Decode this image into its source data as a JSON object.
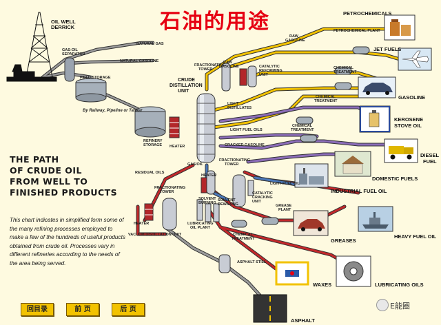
{
  "header": {
    "title": "石油的用途"
  },
  "intro": {
    "heading": [
      "THE PATH",
      "OF CRUDE OIL",
      "FROM WELL TO",
      "FINISHED PRODUCTS"
    ],
    "description": "This chart indicates in simplified form some of the many refining processes employed to make a few of the hundreds of useful products obtained from crude oil. Processes vary in different refineries according to the needs of the area being served."
  },
  "labels": {
    "oil_well_derrick": [
      "OIL WELL",
      "DERRICK"
    ],
    "gas_oil_separator": [
      "GAS-OIL",
      "SEPARATOR"
    ],
    "natural_gas": "NATURAL GAS",
    "natural_gasoline": "NATURAL GASOLINE",
    "field_storage": "FIELD STORAGE",
    "transport": "By Railway, Pipeline or Tanker",
    "refinery_storage": [
      "REFINERY",
      "STORAGE"
    ],
    "heater": "HEATER",
    "crude_distillation_unit": [
      "CRUDE",
      "DISTILLATION",
      "UNIT"
    ],
    "fractionating_tower": [
      "FRACTIONATING",
      "TOWER"
    ],
    "raw_gasoline": [
      "RAW",
      "GASOLINE"
    ],
    "catalytic_reforming_unit": [
      "CATALYTIC",
      "REFORMING",
      "UNIT"
    ],
    "light_distillates": [
      "LIGHT",
      "DISTILLATES"
    ],
    "light_fuel_oils": "LIGHT FUEL OILS",
    "cracked_gasoline": "CRACKED GASOLINE",
    "residual_oils": "RESIDUAL OILS",
    "gas_oil": "GAS/OIL",
    "fractionating_tower_2": [
      "FRACTIONATING",
      "TOWER"
    ],
    "heater_2": "HEATER",
    "light_fuel_oil": "LIGHT FUEL OIL",
    "catalytic_cracking_unit": [
      "CATALYTIC",
      "CRACKING",
      "UNIT"
    ],
    "fractionating_tower_3": [
      "FRACTIONATING",
      "TOWER"
    ],
    "heater_3": "HEATER",
    "vacuum_distillation_unit": "VACUUM DISTILLATION UNIT",
    "lubricating_oil_plant": [
      "LUBRICATING",
      "OIL PLANT"
    ],
    "solvent_burning": [
      "SOLVENT",
      "BURNING"
    ],
    "solvent_dewaxing": [
      "SOLVENT",
      "DEWAXING"
    ],
    "grease_plant": [
      "GREASE",
      "PLANT"
    ],
    "chemical_treatment_low": [
      "CHEMICAL",
      "TREATMENT"
    ],
    "asphalt_still": "ASPHALT STILL",
    "raw_gasoline_top": [
      "RAW",
      "GASOLINE"
    ],
    "petrochemical_plant": "PETROCHEMICAL PLANT",
    "chemical_treatment_1": [
      "CHEMICAL",
      "TREATMENT"
    ],
    "chemical_treatment_2": [
      "CHEMICAL",
      "TREATMENT"
    ],
    "chemical_treatment_3": [
      "CHEMICAL",
      "TREATMENT"
    ]
  },
  "products": {
    "petrochemicals": "PETROCHEMICALS",
    "jet_fuels": "JET FUELS",
    "gasoline": "GASOLINE",
    "kerosene": [
      "KEROSENE",
      "STOVE OIL"
    ],
    "diesel": [
      "DIESEL",
      "FUEL"
    ],
    "domestic_fuels": "DOMESTIC FUELS",
    "industrial_fuel_oil": "INDUSTRIAL FUEL OIL",
    "heavy_fuel_oil": "HEAVY FUEL OIL",
    "greases": "GREASES",
    "waxes": "WAXES",
    "lubricating_oils": "LUBRICATING OILS",
    "asphalt": "ASPHALT"
  },
  "nav": {
    "home": "回目录",
    "prev": "前 页",
    "next": "后 页"
  },
  "watermark": "E能圈",
  "colors": {
    "background": "#fefae0",
    "title": "#e60012",
    "pipe_yellow": "#f2c200",
    "pipe_purple": "#8b6cb8",
    "pipe_red": "#c2282a",
    "pipe_gray": "#7a7a7a",
    "pipe_blue": "#4a77b8"
  }
}
